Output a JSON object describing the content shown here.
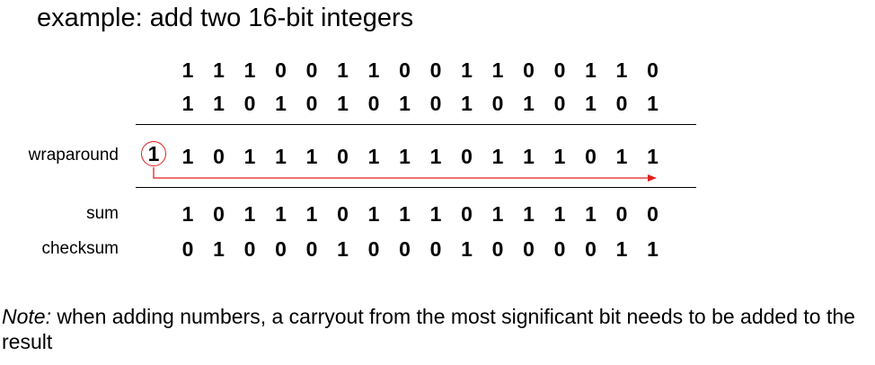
{
  "title": "example: add two 16-bit integers",
  "labels": {
    "wraparound": "wraparound",
    "sum": "sum",
    "checksum": "checksum"
  },
  "rows": {
    "operand_a": [
      "1",
      "1",
      "1",
      "0",
      "0",
      "1",
      "1",
      "0",
      "0",
      "1",
      "1",
      "0",
      "0",
      "1",
      "1",
      "0"
    ],
    "operand_b": [
      "1",
      "1",
      "0",
      "1",
      "0",
      "1",
      "0",
      "1",
      "0",
      "1",
      "0",
      "1",
      "0",
      "1",
      "0",
      "1"
    ],
    "carry_out": "1",
    "wraparound": [
      "1",
      "0",
      "1",
      "1",
      "1",
      "0",
      "1",
      "1",
      "1",
      "0",
      "1",
      "1",
      "1",
      "0",
      "1",
      "1"
    ],
    "sum": [
      "1",
      "0",
      "1",
      "1",
      "1",
      "0",
      "1",
      "1",
      "1",
      "0",
      "1",
      "1",
      "1",
      "1",
      "0",
      "0"
    ],
    "checksum": [
      "0",
      "1",
      "0",
      "0",
      "0",
      "1",
      "0",
      "0",
      "0",
      "1",
      "0",
      "0",
      "0",
      "0",
      "1",
      "1"
    ]
  },
  "colors": {
    "carry_highlight": "#e02020",
    "text": "#000000"
  },
  "note": {
    "lead": "Note:",
    "text": " when adding numbers, a carryout from the most significant bit needs to be added to the result"
  }
}
